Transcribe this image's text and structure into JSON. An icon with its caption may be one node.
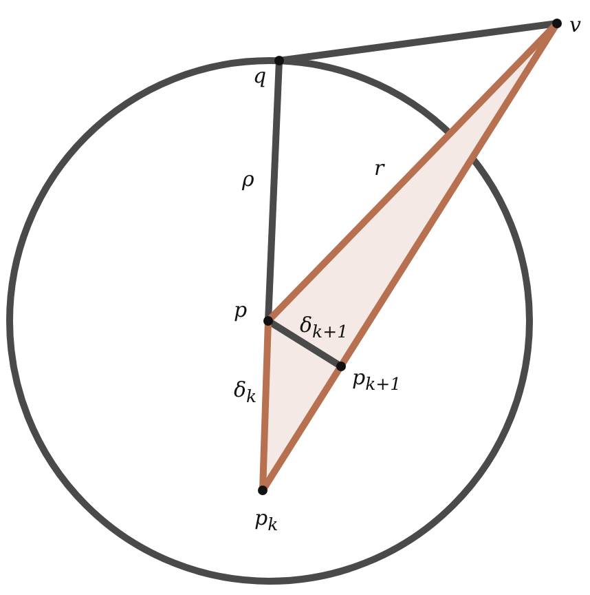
{
  "diagram": {
    "nodes": [
      {
        "text": [
          "q"
        ]
      },
      {
        "text": [
          "v"
        ]
      },
      {
        "text": [
          "p"
        ]
      },
      {
        "text": [
          "p$_{k+1}$"
        ]
      },
      {
        "text": [
          "p$_{k}$"
        ]
      }
    ],
    "edges": [
      {
        "from": 0,
        "to": 1,
        "arrow": "none"
      },
      {
        "from": 0,
        "to": 2,
        "arrow": "none",
        "label": "ρ"
      },
      {
        "from": 2,
        "to": 1,
        "arrow": "none",
        "label": "r",
        "color": "#b87150"
      },
      {
        "from": 2,
        "to": 3,
        "arrow": "none",
        "label": "δ$_{k+1}$"
      },
      {
        "from": 2,
        "to": 4,
        "arrow": "none",
        "label": "δ$_{k}$",
        "color": "#b87150"
      },
      {
        "from": 4,
        "to": 1,
        "arrow": "none",
        "color": "#b87150"
      }
    ]
  }
}
